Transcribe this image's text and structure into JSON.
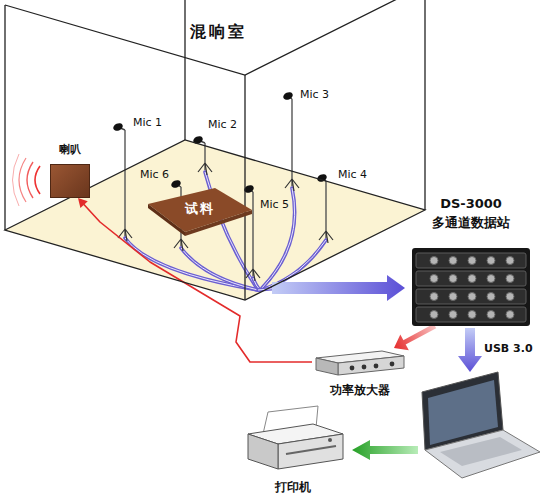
{
  "diagram": {
    "nodes": [
      {
        "text": [
          "混响室"
        ]
      },
      {
        "text": [
          "喇叭"
        ],
        "in": 0
      },
      {
        "text": [
          "试料"
        ],
        "in": 0
      },
      {
        "text": [
          "DS-3000 多通道数据站"
        ]
      },
      {
        "text": [
          "功率放大器"
        ]
      },
      {
        "text": [
          "打印机"
        ]
      }
    ],
    "edges": [
      {
        "from": 0,
        "to": 3,
        "arrow": "to"
      },
      {
        "from": 3,
        "to": 4,
        "arrow": "to"
      },
      {
        "from": 4,
        "to": 1,
        "arrow": "to"
      }
    ],
    "labels": [
      "Mic 1",
      "Mic 2",
      "Mic 3",
      "Mic 4",
      "Mic 5",
      "Mic 6",
      "USB 3.0"
    ]
  }
}
